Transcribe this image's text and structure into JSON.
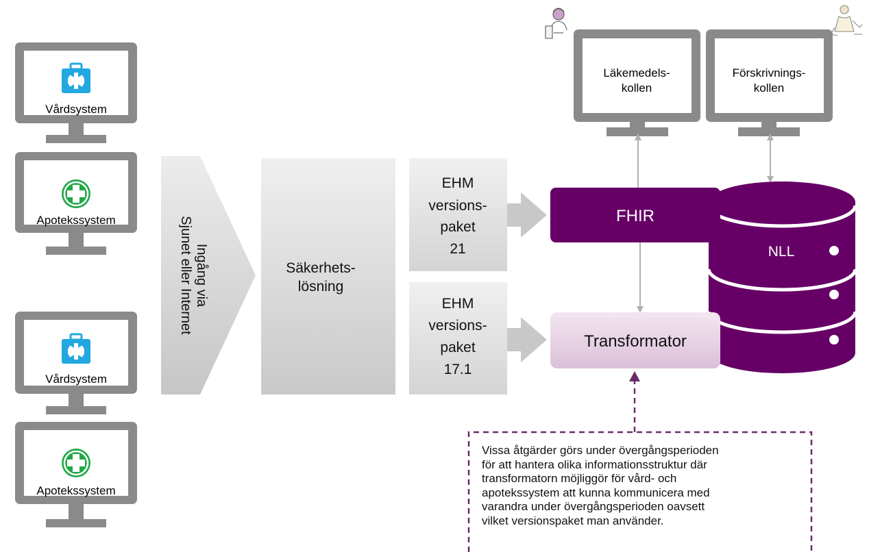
{
  "clients": [
    {
      "label": "Vårdsystem",
      "icon": "medical-briefcase-icon"
    },
    {
      "label": "Apotekssystem",
      "icon": "green-cross-icon"
    },
    {
      "label": "Vårdsystem",
      "icon": "medical-briefcase-icon"
    },
    {
      "label": "Apotekssystem",
      "icon": "green-cross-icon"
    }
  ],
  "entry": {
    "line1": "Ingång via",
    "line2": "Sjunet eller Internet"
  },
  "security": {
    "line1": "Säkerhets-",
    "line2": "lösning"
  },
  "packages": [
    {
      "lines": [
        "EHM",
        "versions-",
        "paket",
        "21"
      ]
    },
    {
      "lines": [
        "EHM",
        "versions-",
        "paket",
        "17.1"
      ]
    }
  ],
  "fhir": {
    "label": "FHIR"
  },
  "transformer": {
    "label": "Transformator"
  },
  "database": {
    "label": "NLL"
  },
  "services": [
    {
      "line1": "Läkemedels-",
      "line2": "kollen"
    },
    {
      "line1": "Förskrivnings-",
      "line2": "kollen"
    }
  ],
  "note": {
    "lines": [
      "Vissa åtgärder görs under övergångsperioden",
      "för att hantera olika informationsstruktur där",
      "transformatorn möjliggör för vård- och",
      "apotekssystem att kunna kommunicera med",
      "varandra under övergångsperioden oavsett",
      "vilket versionspaket man använder."
    ]
  },
  "colors": {
    "monitor": "#8a8a8a",
    "purple": "#660066",
    "purple_light": "#e8d4e6",
    "blue_icon": "#22a8e0",
    "green_icon": "#22a848",
    "arrow_gray": "#c8c8c8"
  }
}
